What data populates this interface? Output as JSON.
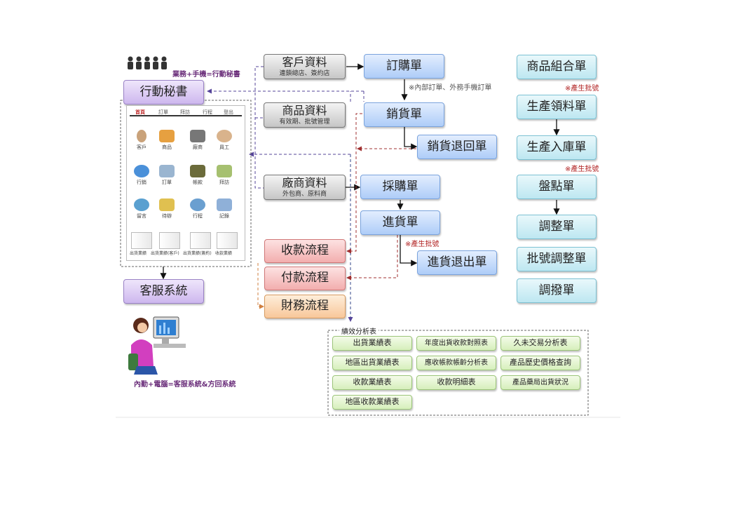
{
  "top_caption": "業務+手機=行動秘書",
  "bottom_caption": "內勤+電腦=客服系統&方回系統",
  "nodes": {
    "mobile_secretary": "行動秘書",
    "customer_service": "客服系統",
    "customer_data": "客戶資料",
    "customer_data_sub": "連鎖總店、簽約店",
    "product_data": "商品資料",
    "product_data_sub": "有效期、批號管理",
    "vendor_data": "廠商資料",
    "vendor_data_sub": "外包商、原料商",
    "order": "訂購單",
    "sales": "銷貨單",
    "sales_return": "銷貨退回單",
    "purchase": "採購單",
    "receiving": "進貨單",
    "purchase_return": "進貨退出單",
    "receipt_flow": "收款流程",
    "payment_flow": "付款流程",
    "finance_flow": "財務流程",
    "combo": "商品組合單",
    "material_issue": "生產領料單",
    "production_in": "生產入庫單",
    "stocktake": "盤點單",
    "adjust": "調整單",
    "batch_adjust": "批號調整單",
    "transfer": "調撥單"
  },
  "notes": {
    "order_note": "※內部訂單、外務手機訂單",
    "batch1": "※產生批號",
    "batch2": "※產生批號",
    "batch3": "※產生批號"
  },
  "app": {
    "tabs": [
      "首頁",
      "訂單",
      "拜訪",
      "行程",
      "登出"
    ],
    "icons": [
      "客戶",
      "商品",
      "廠商",
      "員工",
      "行銷",
      "訂單",
      "帳款",
      "拜訪",
      "留言",
      "待辦",
      "行程",
      "記錄"
    ],
    "reports": [
      "出貨業績",
      "出貨業績(客戶)",
      "出貨業績(簽約)",
      "收款業績"
    ]
  },
  "analysis": {
    "title": "績效分析表",
    "items": [
      "出貨業績表",
      "年度出貨收款對照表",
      "久未交易分析表",
      "地區出貨業績表",
      "應收帳款帳齡分析表",
      "產品歷史價格查詢",
      "收款業績表",
      "收款明細表",
      "產品藥局出貨狀況",
      "地區收款業績表"
    ]
  },
  "colors": {
    "blue": "#aecdf8",
    "cyan": "#bde7f1",
    "gray": "#c6c6c6",
    "lavender": "#cdb7ee",
    "red": "#f2aeae",
    "orange": "#f8c79a",
    "green": "#d6efbb",
    "note_red": "#b02020",
    "caption_purple": "#6a2d7a"
  }
}
